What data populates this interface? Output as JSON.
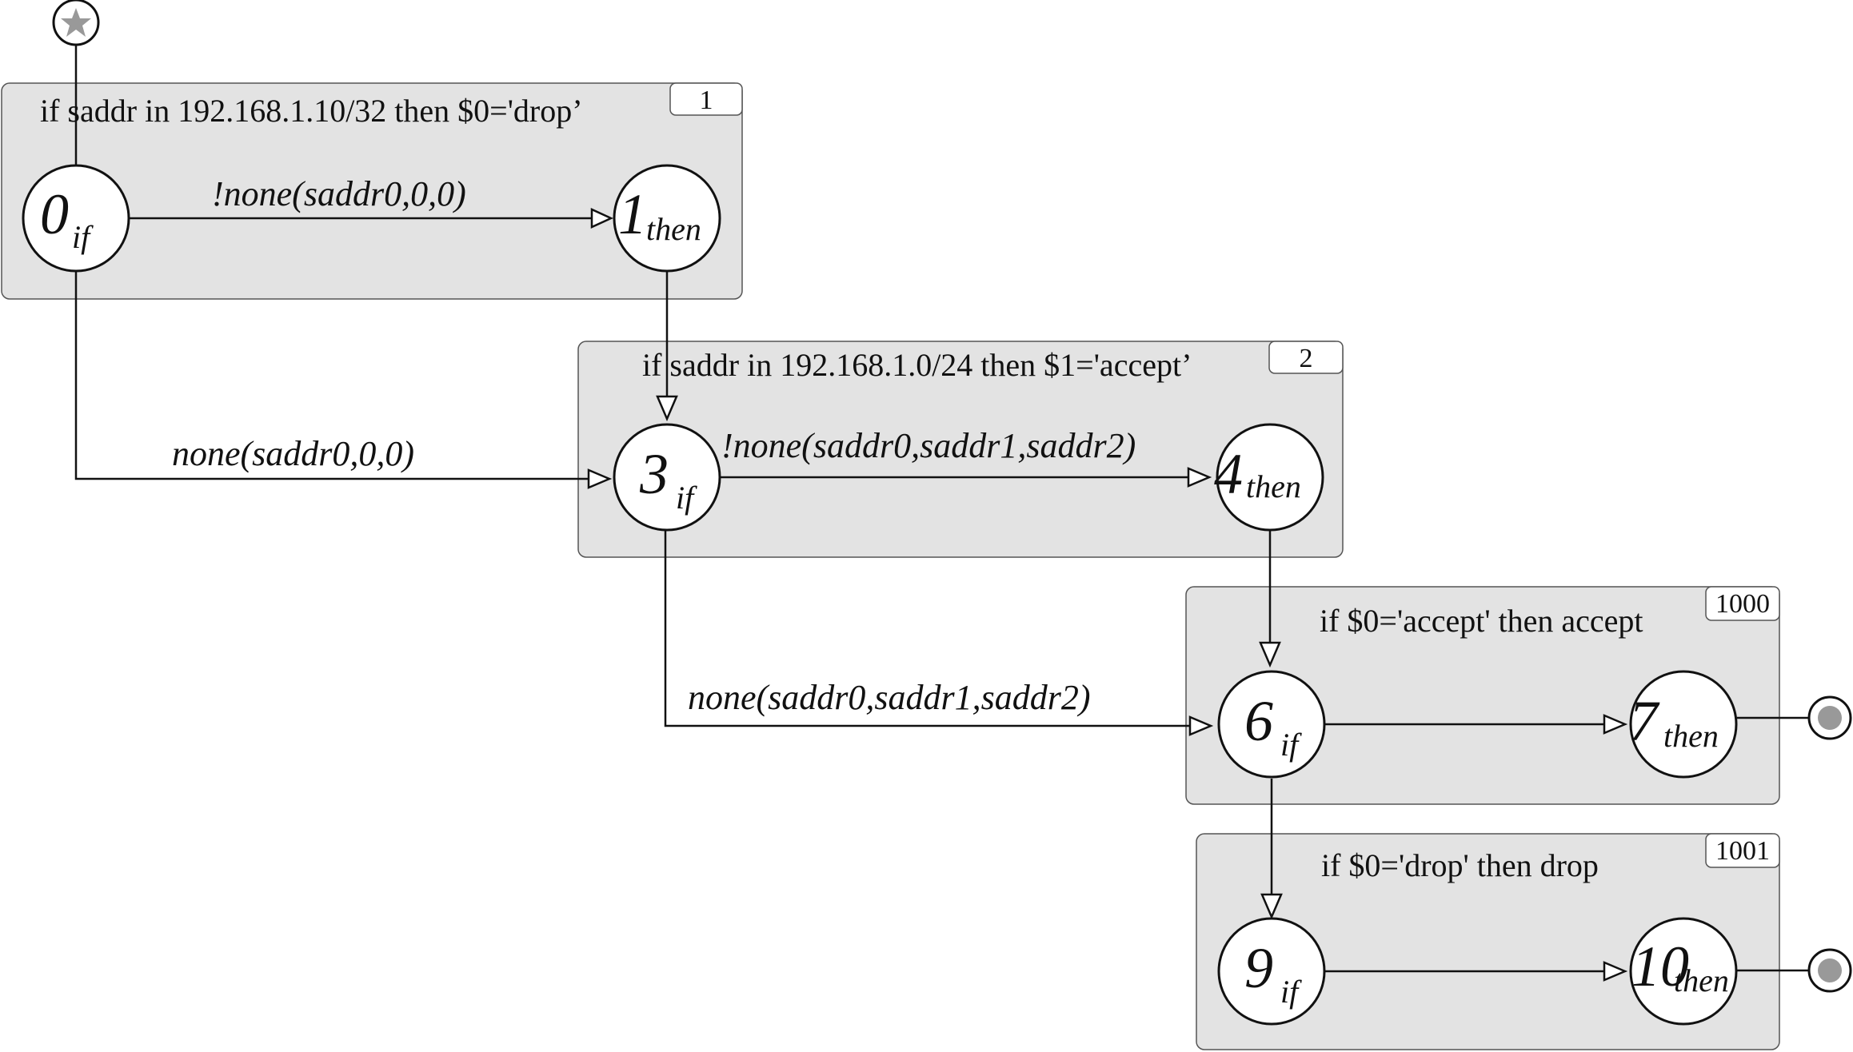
{
  "groups": [
    {
      "id": "g1",
      "title": "if saddr in 192.168.1.10/32 then  $0='drop’",
      "number": "1"
    },
    {
      "id": "g2",
      "title": "if saddr in 192.168.1.0/24 then  $1='accept’",
      "number": "2"
    },
    {
      "id": "g3",
      "title": "if $0='accept' then  accept",
      "number": "1000"
    },
    {
      "id": "g4",
      "title": "if $0='drop' then  drop",
      "number": "1001"
    }
  ],
  "nodes": [
    {
      "id": "n0",
      "num": "0",
      "sub": "if"
    },
    {
      "id": "n1",
      "num": "1",
      "sub": "then"
    },
    {
      "id": "n3",
      "num": "3",
      "sub": "if"
    },
    {
      "id": "n4",
      "num": "4",
      "sub": "then"
    },
    {
      "id": "n6",
      "num": "6",
      "sub": "if"
    },
    {
      "id": "n7",
      "num": "7",
      "sub": "then"
    },
    {
      "id": "n9",
      "num": "9",
      "sub": "if"
    },
    {
      "id": "n10",
      "num": "10",
      "sub": "then"
    }
  ],
  "edges": [
    {
      "from": "n0",
      "to": "n1",
      "label": "!none(saddr0,0,0)"
    },
    {
      "from": "n0",
      "to": "n3",
      "label": "none(saddr0,0,0)"
    },
    {
      "from": "n1",
      "to": "n3",
      "label": ""
    },
    {
      "from": "n3",
      "to": "n4",
      "label": "!none(saddr0,saddr1,saddr2)"
    },
    {
      "from": "n3",
      "to": "n6",
      "label": "none(saddr0,saddr1,saddr2)"
    },
    {
      "from": "n4",
      "to": "n6",
      "label": ""
    },
    {
      "from": "n6",
      "to": "n7",
      "label": ""
    },
    {
      "from": "n6",
      "to": "n9",
      "label": ""
    },
    {
      "from": "n9",
      "to": "n10",
      "label": ""
    }
  ],
  "start_icon": "star-icon",
  "end_icon": "final-state-icon",
  "colors": {
    "group_fill": "#e3e3e3",
    "marker_gray": "#999999",
    "stroke": "#111111"
  }
}
